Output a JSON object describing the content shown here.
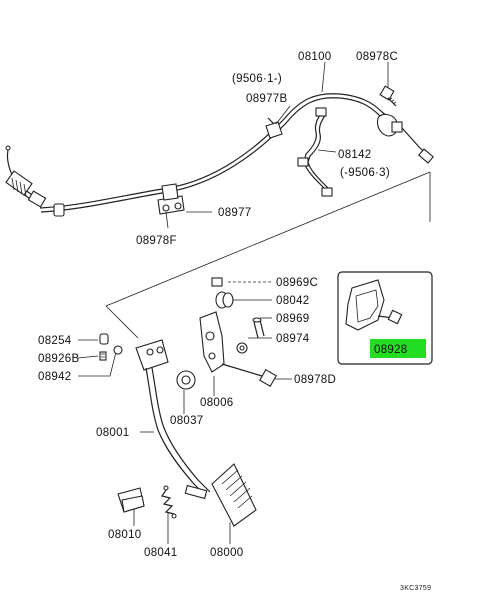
{
  "labels": {
    "l08100": "08100",
    "l08978C": "08978C",
    "l9506_1": "(9506·1-)",
    "l08977B": "08977B",
    "l08142": "08142",
    "l9506_3": "(-9506·3)",
    "l08977": "08977",
    "l08978F": "08978F",
    "l08969C": "08969C",
    "l08042": "08042",
    "l08969": "08969",
    "l08974": "08974",
    "l08254": "08254",
    "l08926B": "08926B",
    "l08942": "08942",
    "l08978D": "08978D",
    "l08006": "08006",
    "l08037": "08037",
    "l08001": "08001",
    "l08010": "08010",
    "l08041": "08041",
    "l08000": "08000",
    "l08928": "08928",
    "code": "3KC3759"
  },
  "highlight_color": "#22dd22"
}
